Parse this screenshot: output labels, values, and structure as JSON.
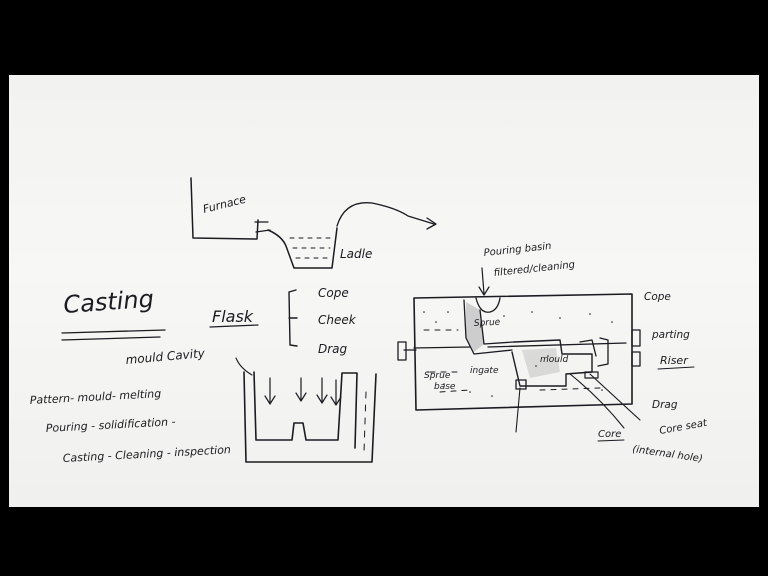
{
  "labels": {
    "furnace": "Furnace",
    "ladle": "Ladle",
    "casting": "Casting",
    "flask": "Flask",
    "cope_list": "Cope",
    "cheek": "Cheek",
    "drag_list": "Drag",
    "mould_cavity": "mould Cavity",
    "process_line1": "Pattern- mould- melting",
    "process_line2": "Pouring - solidification -",
    "process_line3": "Casting - Cleaning - inspection",
    "pouring_basin": "Pouring basin",
    "filtered_cleaning": "filtered/cleaning",
    "cope_diagram": "Cope",
    "sprue_upper": "Sprue",
    "sprue_lower": "Sprue",
    "base": "base",
    "ingate": "ingate",
    "mould": "mould",
    "parting": "parting",
    "riser": "Riser",
    "drag_diagram": "Drag",
    "core": "Core",
    "core_seat": "Core seat",
    "internal_hole": "(internal hole)"
  }
}
